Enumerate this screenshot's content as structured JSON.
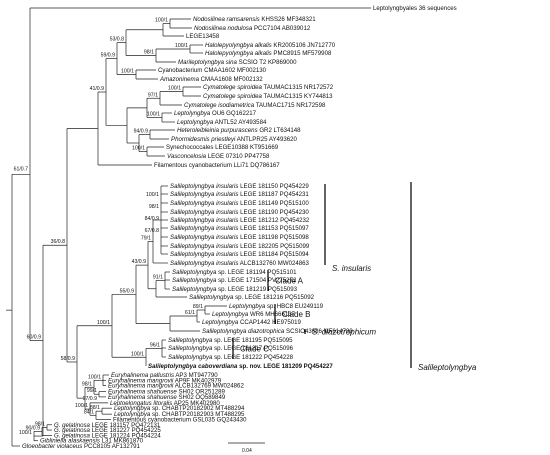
{
  "taxa": [
    {
      "id": "lepto36",
      "seg": [
        {
          "t": "Leptolyngbyales 36 sequences"
        }
      ]
    },
    {
      "id": "t1",
      "seg": [
        {
          "t": "Nodosilinea ramsarensis",
          "i": 1
        },
        {
          "t": " KHSS26 MF348321"
        }
      ]
    },
    {
      "id": "t2",
      "seg": [
        {
          "t": "Nodosilinea nodulosa",
          "i": 1
        },
        {
          "t": " PCC7104 AB039012"
        }
      ]
    },
    {
      "id": "t3",
      "seg": [
        {
          "t": "LEGE13458"
        }
      ]
    },
    {
      "id": "t4",
      "seg": [
        {
          "t": "Halolepyolyngbya alkalis",
          "i": 1
        },
        {
          "t": " KR2005106 JN712770"
        }
      ]
    },
    {
      "id": "t5",
      "seg": [
        {
          "t": "Halolepyolyngbya alkalis",
          "i": 1
        },
        {
          "t": " PMC8915 MF579908"
        }
      ]
    },
    {
      "id": "t6",
      "seg": [
        {
          "t": "Marileptolyngbya sina",
          "i": 1
        },
        {
          "t": " SCSIO T2 KP869000"
        }
      ]
    },
    {
      "id": "t7",
      "seg": [
        {
          "t": "Cyanobacterium CMAA1602 MF002130"
        }
      ]
    },
    {
      "id": "t8",
      "seg": [
        {
          "t": "Amazoninema",
          "i": 1
        },
        {
          "t": " CMAA1608 MF002132"
        }
      ]
    },
    {
      "id": "t9",
      "seg": [
        {
          "t": "Cymatolege spiroidea",
          "i": 1
        },
        {
          "t": " TAUMAC1315 NR172572"
        }
      ]
    },
    {
      "id": "t10",
      "seg": [
        {
          "t": "Cymatolege spiroidea",
          "i": 1
        },
        {
          "t": " TAUMAC1315 KY744813"
        }
      ]
    },
    {
      "id": "t11",
      "seg": [
        {
          "t": "Cymatolege isodiametrica",
          "i": 1
        },
        {
          "t": " TAUMAC1715 NR172598"
        }
      ]
    },
    {
      "id": "t12",
      "seg": [
        {
          "t": "Leptolyngbya",
          "i": 1
        },
        {
          "t": " OU6 GQ162217"
        }
      ]
    },
    {
      "id": "t13",
      "seg": [
        {
          "t": "Leptolyngbya",
          "i": 1
        },
        {
          "t": " ANTL52 AY493584"
        }
      ]
    },
    {
      "id": "t14",
      "seg": [
        {
          "t": "Heteroleibleinia purpurascens",
          "i": 1
        },
        {
          "t": " GR2 LT634148"
        }
      ]
    },
    {
      "id": "t15",
      "seg": [
        {
          "t": "Phormidesmis priestleyi",
          "i": 1
        },
        {
          "t": " ANTLPR25 AY493620"
        }
      ]
    },
    {
      "id": "t16",
      "seg": [
        {
          "t": "Synechococcales LEGE10388 KT951669"
        }
      ]
    },
    {
      "id": "t17",
      "seg": [
        {
          "t": "Vasconcelosia",
          "i": 1
        },
        {
          "t": " LEGE 07310 PP47758"
        }
      ]
    },
    {
      "id": "t18",
      "seg": [
        {
          "t": "Filamentous cyanobacterium LLi71 DQ786167"
        }
      ]
    },
    {
      "id": "s1",
      "seg": [
        {
          "t": "Salileptolyngbya insularis",
          "i": 1
        },
        {
          "t": " LEGE 181150 PQ454229"
        }
      ]
    },
    {
      "id": "s2",
      "seg": [
        {
          "t": "Salileptolyngbya insularis",
          "i": 1
        },
        {
          "t": " LEGE 181187 PQ454231"
        }
      ]
    },
    {
      "id": "s3",
      "seg": [
        {
          "t": "Salileptolyngbya insularis",
          "i": 1
        },
        {
          "t": " LEGE 181149 PQ515100"
        }
      ]
    },
    {
      "id": "s4",
      "seg": [
        {
          "t": "Salileptolyngbya insularis",
          "i": 1
        },
        {
          "t": " LEGE 181190 PQ454230"
        }
      ]
    },
    {
      "id": "s5",
      "seg": [
        {
          "t": "Salileptolyngbya insularis",
          "i": 1
        },
        {
          "t": " LEGE 181212 PQ454232"
        }
      ]
    },
    {
      "id": "s6",
      "seg": [
        {
          "t": "Salileptolyngbya insularis",
          "i": 1
        },
        {
          "t": " LEGE 181153 PQ515097"
        }
      ]
    },
    {
      "id": "s7",
      "seg": [
        {
          "t": "Salileptolyngbya insularis",
          "i": 1
        },
        {
          "t": " LEGE 181198 PQ515098"
        }
      ]
    },
    {
      "id": "s8",
      "seg": [
        {
          "t": "Salileptolyngbya insularis",
          "i": 1
        },
        {
          "t": " LEGE 182205 PQ515099"
        }
      ]
    },
    {
      "id": "s9",
      "seg": [
        {
          "t": "Salileptolyngbya insularis",
          "i": 1
        },
        {
          "t": " LEGE 181184 PQ515094"
        }
      ]
    },
    {
      "id": "s10",
      "seg": [
        {
          "t": "Salileptolyngbya insularis",
          "i": 1
        },
        {
          "t": " ALCB132760 MW024863"
        }
      ]
    },
    {
      "id": "s11",
      "seg": [
        {
          "t": "Salileptolyngbya",
          "i": 1
        },
        {
          "t": " sp. LEGE 181194 PQ515101"
        }
      ]
    },
    {
      "id": "s12",
      "seg": [
        {
          "t": "Salileptolyngbya",
          "i": 1
        },
        {
          "t": " sp. LEGE 171504 PV275272"
        }
      ]
    },
    {
      "id": "s13",
      "seg": [
        {
          "t": "Salileptolyngbya",
          "i": 1
        },
        {
          "t": " sp. LEGE 181219 PQ515093"
        }
      ]
    },
    {
      "id": "s14",
      "seg": [
        {
          "t": "Salileptolyngbya",
          "i": 1
        },
        {
          "t": " sp. LEGE 181216 PQ515092"
        }
      ]
    },
    {
      "id": "s15",
      "seg": [
        {
          "t": "Leptolyngbya",
          "i": 1
        },
        {
          "t": " sp. HBC8 EU249119"
        }
      ]
    },
    {
      "id": "s16",
      "seg": [
        {
          "t": "Leptolyngbya",
          "i": 1
        },
        {
          "t": " WR6 MH666137"
        }
      ]
    },
    {
      "id": "s17",
      "seg": [
        {
          "t": "Leptolyngbya",
          "i": 1
        },
        {
          "t": " CCAP1442 HE975019"
        }
      ]
    },
    {
      "id": "s18",
      "seg": [
        {
          "t": "Salileptolyngbya diazotrophica",
          "i": 1
        },
        {
          "t": " SCSIO43686 MF614799"
        }
      ]
    },
    {
      "id": "s19",
      "seg": [
        {
          "t": "Salileptolyngbya",
          "i": 1
        },
        {
          "t": " sp. LEGE 181195 PQ515095"
        }
      ]
    },
    {
      "id": "s20",
      "seg": [
        {
          "t": "Salileptolyngbya",
          "i": 1
        },
        {
          "t": " sp. LEGE 181217 PQ515096"
        }
      ]
    },
    {
      "id": "s21",
      "seg": [
        {
          "t": "Salileptolyngbya",
          "i": 1
        },
        {
          "t": " sp. LEGE 181222 PQ454228"
        }
      ]
    },
    {
      "id": "s22",
      "bold": true,
      "seg": [
        {
          "t": "Salileptolyngbya caboverdiana",
          "i": 1
        },
        {
          "t": " sp. nov. LEGE 181209 PQ454227"
        }
      ]
    },
    {
      "id": "e1",
      "seg": [
        {
          "t": "Euryhalinema pallustris",
          "i": 1
        },
        {
          "t": " AP3 MT947790"
        }
      ]
    },
    {
      "id": "e2",
      "seg": [
        {
          "t": "Euryhalinema mangrovii",
          "i": 1
        },
        {
          "t": " AP9F MK402979"
        }
      ]
    },
    {
      "id": "e3",
      "seg": [
        {
          "t": "Euryhalinema mangrovii",
          "i": 1
        },
        {
          "t": " ALCB132769 MW024862"
        }
      ]
    },
    {
      "id": "e4",
      "seg": [
        {
          "t": "Euryhalinema shahuense",
          "i": 1
        },
        {
          "t": " SH02 OR251289"
        }
      ]
    },
    {
      "id": "e5",
      "seg": [
        {
          "t": "Euryhalinema shahuense",
          "i": 1
        },
        {
          "t": " SH02 OQ589849"
        }
      ]
    },
    {
      "id": "e6",
      "seg": [
        {
          "t": "Leptoelongatus litoralis",
          "i": 1
        },
        {
          "t": " AP25 MK402980"
        }
      ]
    },
    {
      "id": "e7",
      "seg": [
        {
          "t": "Leptolyngbya",
          "i": 1
        },
        {
          "t": " sp. CHABTP20182902 MT488294"
        }
      ]
    },
    {
      "id": "e8",
      "seg": [
        {
          "t": "Leptolyngbya",
          "i": 1
        },
        {
          "t": " sp. CHABTP20182903 MT488295"
        }
      ]
    },
    {
      "id": "e9",
      "seg": [
        {
          "t": "Filamentous cyanobacterium GSL035 GQ243430"
        }
      ]
    },
    {
      "id": "g1",
      "seg": [
        {
          "t": "G. gelatinosa",
          "i": 1
        },
        {
          "t": " LEGE 181157 PQ472131"
        }
      ]
    },
    {
      "id": "g2",
      "seg": [
        {
          "t": "G. gelatinosa",
          "i": 1
        },
        {
          "t": " LEGE 181227 PQ454225"
        }
      ]
    },
    {
      "id": "g3",
      "seg": [
        {
          "t": "G. gelatinosa",
          "i": 1
        },
        {
          "t": " LEGE 181224 PQ454224"
        }
      ]
    },
    {
      "id": "g4",
      "seg": [
        {
          "t": "Gibliniella alaskaensis",
          "i": 1
        },
        {
          "t": " L31 MK861870"
        }
      ]
    },
    {
      "id": "g5",
      "seg": [
        {
          "t": "Gloeobacter violaceus",
          "i": 1
        },
        {
          "t": " PCC8105 AF132791"
        }
      ]
    }
  ],
  "support": [
    {
      "id": "n_lep",
      "t": "61/0.7"
    },
    {
      "id": "n_53",
      "t": "53/0.8"
    },
    {
      "id": "n_nod",
      "t": "100/1"
    },
    {
      "id": "n_hal",
      "t": "100/1"
    },
    {
      "id": "n_98",
      "t": "98/1"
    },
    {
      "id": "n_59",
      "t": "59/0.9"
    },
    {
      "id": "n_amz",
      "t": "100/1"
    },
    {
      "id": "n_cym",
      "t": "100/1"
    },
    {
      "id": "n_97",
      "t": "97/1"
    },
    {
      "id": "n_lep2",
      "t": "100/1"
    },
    {
      "id": "n_94",
      "t": "94/0.9"
    },
    {
      "id": "n_41",
      "t": "41/0.9"
    },
    {
      "id": "n_syn",
      "t": "100/1"
    },
    {
      "id": "n_s100",
      "t": "100/1"
    },
    {
      "id": "n_s98",
      "t": "98/1"
    },
    {
      "id": "n_s84",
      "t": "84/0.9"
    },
    {
      "id": "n_s67",
      "t": "67/0.8"
    },
    {
      "id": "n_s79",
      "t": "79/1"
    },
    {
      "id": "n_s91",
      "t": "91/1"
    },
    {
      "id": "n_s43",
      "t": "43/0.9"
    },
    {
      "id": "n_s61",
      "t": "61/1"
    },
    {
      "id": "n_s89",
      "t": "89/1"
    },
    {
      "id": "n_s55",
      "t": "55/0.9"
    },
    {
      "id": "n_s100b",
      "t": "100/1"
    },
    {
      "id": "n_s96",
      "t": "96/1"
    },
    {
      "id": "n_s100c",
      "t": "100/1"
    },
    {
      "id": "n_36",
      "t": "36/0.8"
    },
    {
      "id": "n_58",
      "t": "58/0.9"
    },
    {
      "id": "n_eu100",
      "t": "100/1"
    },
    {
      "id": "n_eu98",
      "t": "98/1"
    },
    {
      "id": "n_eu99",
      "t": "99/1"
    },
    {
      "id": "n_eu97",
      "t": "97/0.9"
    },
    {
      "id": "n_eu100b",
      "t": "100/1"
    },
    {
      "id": "n_eu88",
      "t": "88/1"
    },
    {
      "id": "n_eu84",
      "t": "84/1"
    },
    {
      "id": "n_60",
      "t": "60/0.9"
    },
    {
      "id": "n_g90",
      "t": "90/0.9"
    },
    {
      "id": "n_g98",
      "t": "98/1"
    },
    {
      "id": "n_g100",
      "t": "100/1"
    }
  ],
  "clades": [
    {
      "id": "insularis",
      "t": "S. insularis",
      "italic": true
    },
    {
      "id": "cladeA",
      "t": "Clade A",
      "italic": false
    },
    {
      "id": "cladeB",
      "t": "Clade B",
      "italic": false
    },
    {
      "id": "diazo",
      "t": "S. diazotrophicum",
      "italic": true
    },
    {
      "id": "cladeC",
      "t": "Clade C",
      "italic": false
    },
    {
      "id": "genus",
      "t": "Salileptolyngbya",
      "italic": true
    }
  ],
  "scale_label": "0.04"
}
